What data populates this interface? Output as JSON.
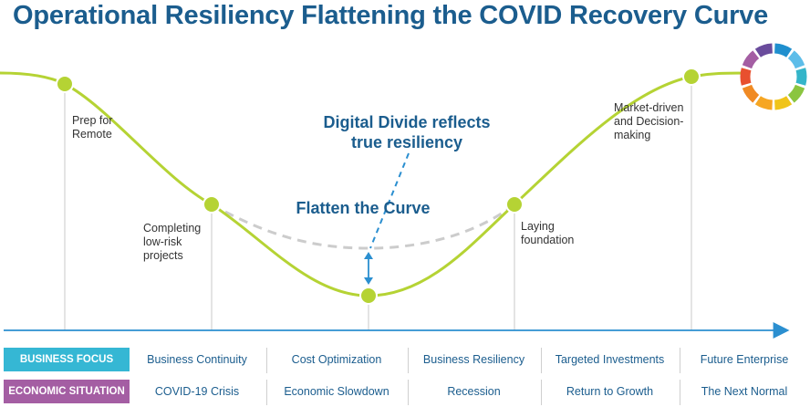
{
  "title": "Operational Resiliency Flattening the COVID Recovery Curve",
  "stages": [
    {
      "label": "Prep for\nRemote"
    },
    {
      "label": "Completing\nlow-risk\nprojects"
    },
    {
      "label": ""
    },
    {
      "label": "Laying\nfoundation"
    },
    {
      "label": "Market-driven\nand Decision-\nmaking"
    }
  ],
  "callouts": {
    "digital_divide": "Digital Divide reflects\ntrue resiliency",
    "flatten": "Flatten the Curve"
  },
  "colors": {
    "curve": "#b5d334",
    "dashed_curve": "#cccccc",
    "title": "#1b5d8e",
    "axis": "#2b8fd0",
    "business_focus": "#35b7d4",
    "economic_situation": "#a45ea3"
  },
  "wheel_colors": [
    "#1f8fce",
    "#5dbde9",
    "#34b5c9",
    "#8bc540",
    "#f0c419",
    "#f6a623",
    "#f08a24",
    "#e8502f",
    "#a45ea3",
    "#6a4c9c"
  ],
  "rows": [
    {
      "head": "BUSINESS FOCUS",
      "color": "cyan",
      "cells": [
        "Business Continuity",
        "Cost Optimization",
        "Business Resiliency",
        "Targeted Investments",
        "Future Enterprise"
      ]
    },
    {
      "head": "ECONOMIC SITUATION",
      "color": "purple",
      "cells": [
        "COVID-19 Crisis",
        "Economic Slowdown",
        "Recession",
        "Return to Growth",
        "The Next Normal"
      ]
    }
  ]
}
